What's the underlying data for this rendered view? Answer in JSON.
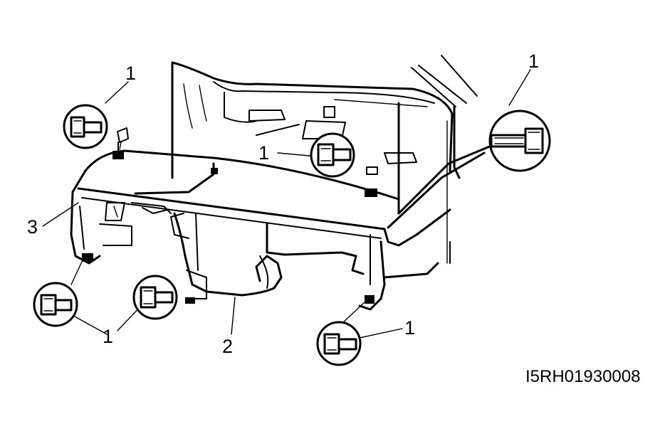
{
  "figure_code": "I5RH01930008",
  "callouts": {
    "bolt_top_left": "1",
    "bolt_center": "1",
    "bolt_right": "1",
    "bolt_bottom_left": "1",
    "bolt_bottom_right": "1",
    "part_3": "3",
    "part_2": "2"
  },
  "bolt_callout_shared": "1"
}
